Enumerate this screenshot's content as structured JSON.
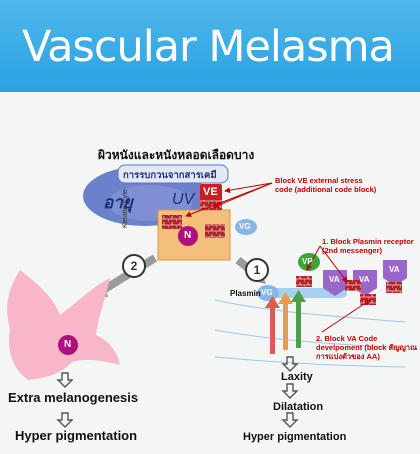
{
  "title": "Vascular Melasma",
  "heading_th": "ผิวหนังและหนังหลอดเลือดบาง",
  "cloud": {
    "top_text": "การรบกวนจากสารเคมี",
    "left_text": "อายุ",
    "right_text": "UV"
  },
  "labels": {
    "ve": "VE",
    "n": "N",
    "vg": "VG",
    "vp": "VP",
    "va": "VA",
    "keratinocyte": "Keratinocyte",
    "plasmin": "Plasmin",
    "step_1": "1",
    "step_2": "2"
  },
  "annotations": {
    "block_ve_line1": "Block VE external stress",
    "block_ve_line2": "code (additional code block)",
    "block_plasmin_line1": "1. Block Plasmin receptor",
    "block_plasmin_line2": "(2nd messenger)",
    "block_va_line1": "2. Block VA Code",
    "block_va_line2": "develpoment (block สัญญาณ",
    "block_va_line3": "การแบ่งตัวของ AA)"
  },
  "outcomes_left": [
    "Extra melanogenesis",
    "Hyper pigmentation"
  ],
  "outcomes_right": [
    "Laxity",
    "Dilatation",
    "Hyper pigmentation"
  ],
  "colors": {
    "banner": "#2aa2e2",
    "brick": "#b3242a",
    "annotation_red": "#c40000",
    "melanocyte": "#f7b7c8",
    "nucleus": "#b0107e",
    "va_purple": "#9966cc",
    "vp_green": "#3aa63a",
    "vessel_blue": "#9cc6e4"
  }
}
